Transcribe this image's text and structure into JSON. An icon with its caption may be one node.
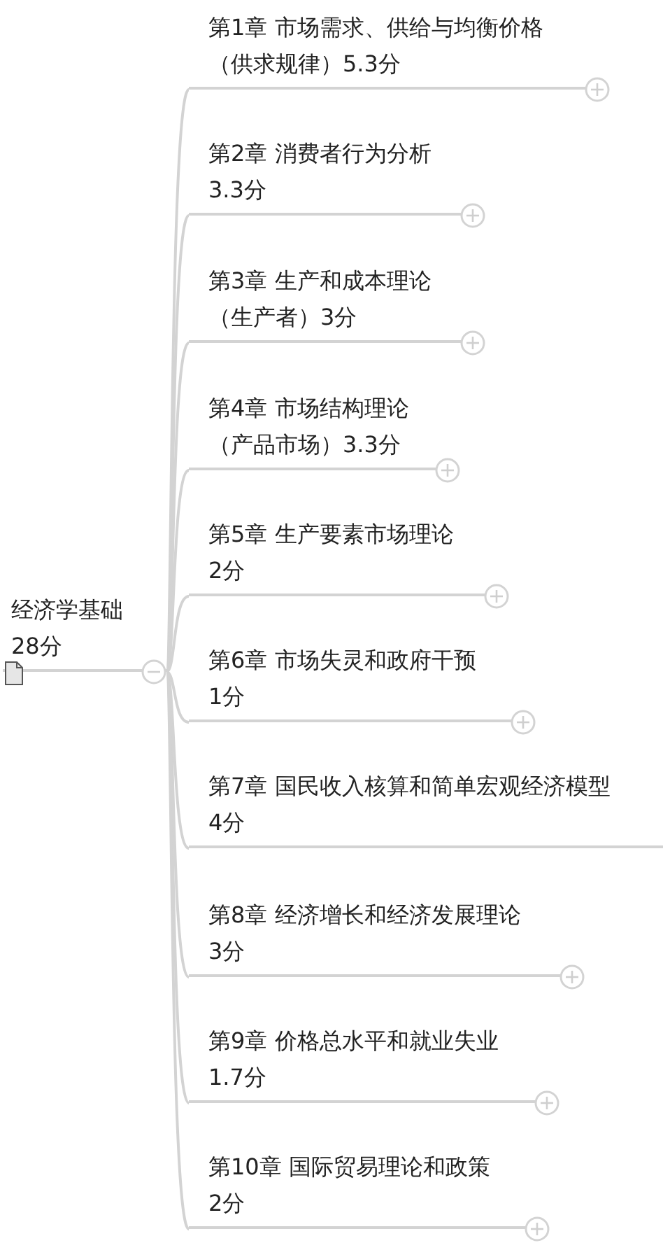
{
  "diagram": {
    "nodes": [
      {
        "text": [
          "经济学基础",
          "28分"
        ]
      },
      {
        "text": [
          "第1章 市场需求、供给与均衡价格",
          "（供求规律）5.3分"
        ]
      },
      {
        "text": [
          "第2章 消费者行为分析",
          "3.3分"
        ]
      },
      {
        "text": [
          "第3章 生产和成本理论",
          "（生产者）3分"
        ]
      },
      {
        "text": [
          "第4章 市场结构理论",
          "（产品市场）3.3分"
        ]
      },
      {
        "text": [
          "第5章 生产要素市场理论",
          "2分"
        ]
      },
      {
        "text": [
          "第6章 市场失灵和政府干预",
          "1分"
        ]
      },
      {
        "text": [
          "第7章 国民收入核算和简单宏观经济模型",
          "4分"
        ]
      },
      {
        "text": [
          "第8章 经济增长和经济发展理论",
          "3分"
        ]
      },
      {
        "text": [
          "第9章 价格总水平和就业失业",
          "1.7分"
        ]
      },
      {
        "text": [
          "第10章 国际贸易理论和政策",
          "2分"
        ]
      }
    ],
    "edges": [
      {
        "from": 0,
        "to": 1,
        "arrow": "none"
      },
      {
        "from": 0,
        "to": 2,
        "arrow": "none"
      },
      {
        "from": 0,
        "to": 3,
        "arrow": "none"
      },
      {
        "from": 0,
        "to": 4,
        "arrow": "none"
      },
      {
        "from": 0,
        "to": 5,
        "arrow": "none"
      },
      {
        "from": 0,
        "to": 6,
        "arrow": "none"
      },
      {
        "from": 0,
        "to": 7,
        "arrow": "none"
      },
      {
        "from": 0,
        "to": 8,
        "arrow": "none"
      },
      {
        "from": 0,
        "to": 9,
        "arrow": "none"
      },
      {
        "from": 0,
        "to": 10,
        "arrow": "none"
      }
    ]
  }
}
